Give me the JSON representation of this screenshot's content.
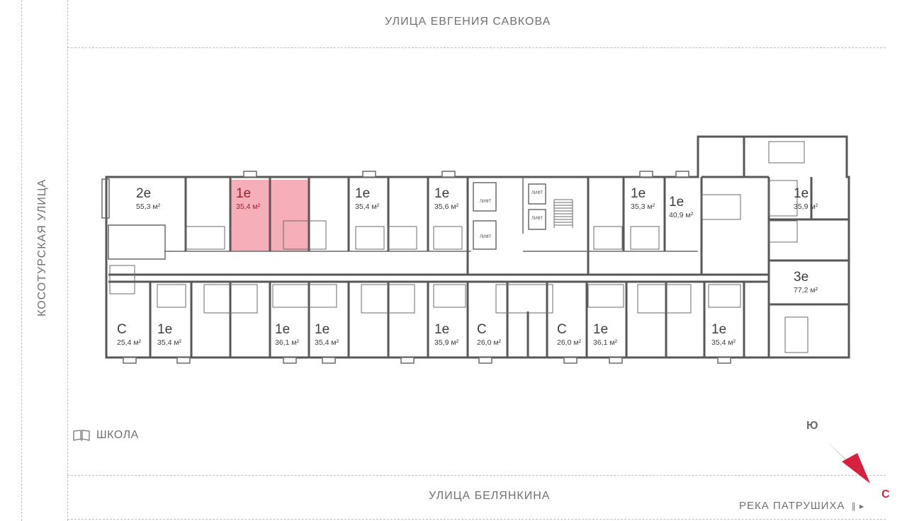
{
  "streets": {
    "top": "УЛИЦА ЕВГЕНИЯ САВКОВА",
    "bottom": "УЛИЦА БЕЛЯНКИНА",
    "left": "КОСОТУРСКАЯ УЛИЦА",
    "river": "РЕКА ПАТРУШИХА"
  },
  "school_label": "ШКОЛА",
  "compass": {
    "north": "С",
    "south": "Ю"
  },
  "lift_label": "ЛИФТ",
  "colors": {
    "highlight": "#f4a0ac",
    "highlight_text": "#9b1f33",
    "north": "#d8203f",
    "south": "#8c8c8c"
  },
  "units": [
    {
      "room_type": "2е",
      "area": "55,3 м²"
    },
    {
      "room_type": "1е",
      "area": "35,4 м²",
      "selected": true
    },
    {
      "room_type": "1е",
      "area": "35,4 м²"
    },
    {
      "room_type": "1е",
      "area": "35,6 м²"
    },
    {
      "room_type": "1е",
      "area": "35,3 м²"
    },
    {
      "room_type": "1е",
      "area": "40,9 м²"
    },
    {
      "room_type": "1е",
      "area": "35,9 м²"
    },
    {
      "room_type": "3е",
      "area": "77,2 м²"
    },
    {
      "room_type": "С",
      "area": "25,4 м²"
    },
    {
      "room_type": "1е",
      "area": "35,4 м²"
    },
    {
      "room_type": "1е",
      "area": "36,1 м²"
    },
    {
      "room_type": "1е",
      "area": "35,4 м²"
    },
    {
      "room_type": "1е",
      "area": "35,9 м²"
    },
    {
      "room_type": "С",
      "area": "26,0 м²"
    },
    {
      "room_type": "С",
      "area": "26,0 м²"
    },
    {
      "room_type": "1е",
      "area": "36,1 м²"
    },
    {
      "room_type": "1е",
      "area": "35,4 м²"
    }
  ]
}
